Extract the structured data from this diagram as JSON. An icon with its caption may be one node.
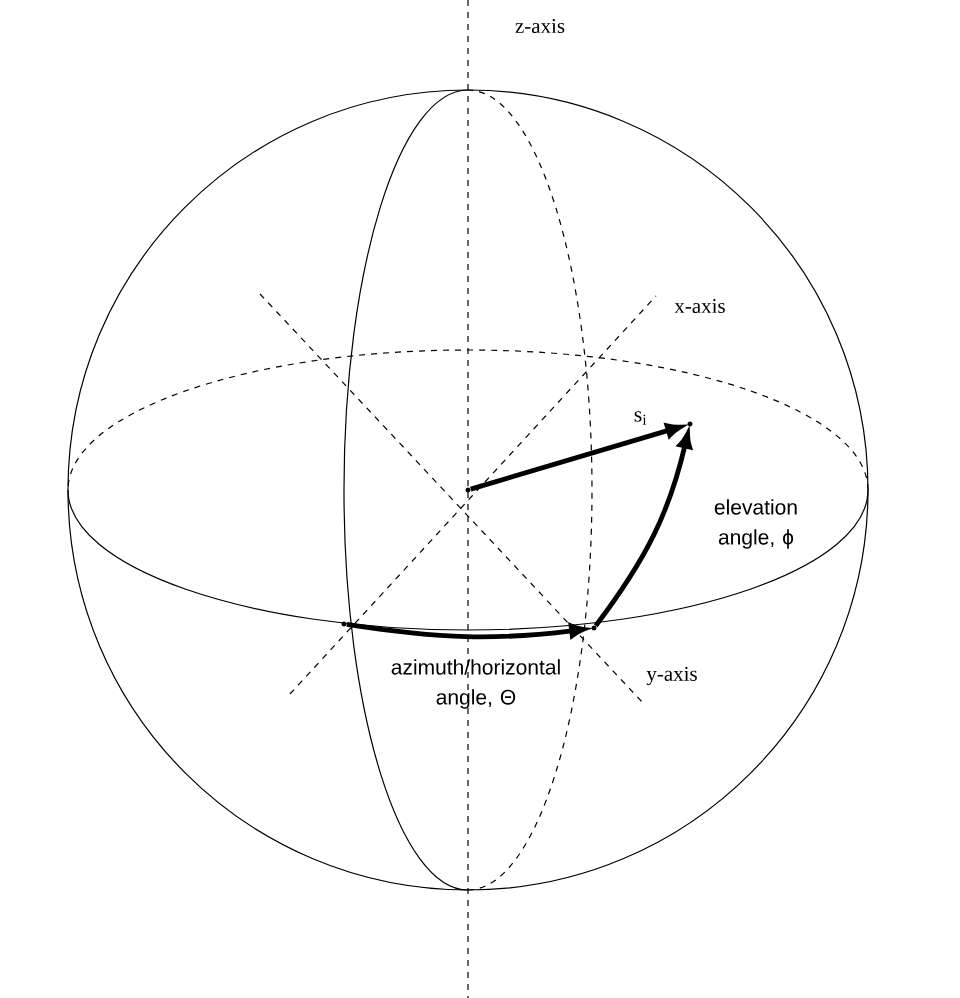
{
  "diagram": {
    "nodes": [
      {
        "text": [],
        "shape": "dot"
      },
      {
        "text": [],
        "shape": "dot",
        "beside": [
          "s$_{i}$"
        ]
      },
      {
        "text": [],
        "shape": "dot"
      },
      {
        "text": [],
        "shape": "dot"
      }
    ],
    "edges": [
      {
        "from": 0,
        "to": 1,
        "arrow": "to"
      },
      {
        "from": 2,
        "to": 3,
        "arrow": "to",
        "label": "azimuth/horizontal angle, Θ"
      },
      {
        "from": 3,
        "to": 1,
        "arrow": "to",
        "label": "elevation angle, ϕ"
      }
    ],
    "labels": [
      "z-axis",
      "x-axis",
      "y-axis"
    ]
  }
}
